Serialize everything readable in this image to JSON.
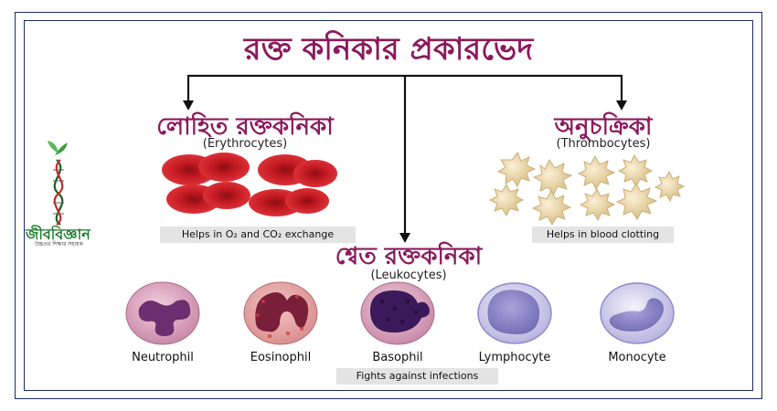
{
  "title": "রক্ত কনিকার প্রকারভেদ",
  "erythrocytes": {
    "heading": "লোহিত রক্তকনিকা",
    "subtitle": "(Erythrocytes)",
    "caption": "Helps in O₂ and CO₂ exchange",
    "color": "#c41a23"
  },
  "thrombocytes": {
    "heading": "অনুচক্রিকা",
    "subtitle": "(Thrombocytes)",
    "caption": "Helps in blood clotting",
    "color": "#e8d3a6"
  },
  "leukocytes": {
    "heading": "শ্বেত রক্তকনিকা",
    "subtitle": "(Leukocytes)",
    "caption": "Fights against infections",
    "cells": [
      {
        "label": "Neutrophil",
        "color": "#6b2f6f"
      },
      {
        "label": "Eosinophil",
        "color": "#7a1f3a"
      },
      {
        "label": "Basophil",
        "color": "#3b1a5c"
      },
      {
        "label": "Lymphocyte",
        "color": "#8e88c9"
      },
      {
        "label": "Monocyte",
        "color": "#8e88c9"
      }
    ]
  },
  "logo": {
    "name": "জীববিজ্ঞান",
    "tagline": "উচ্চতর শিক্ষার সহায়ক"
  },
  "colors": {
    "heading": "#8b1a5c",
    "frame": "#1b2a6b",
    "arrow": "#111111"
  }
}
